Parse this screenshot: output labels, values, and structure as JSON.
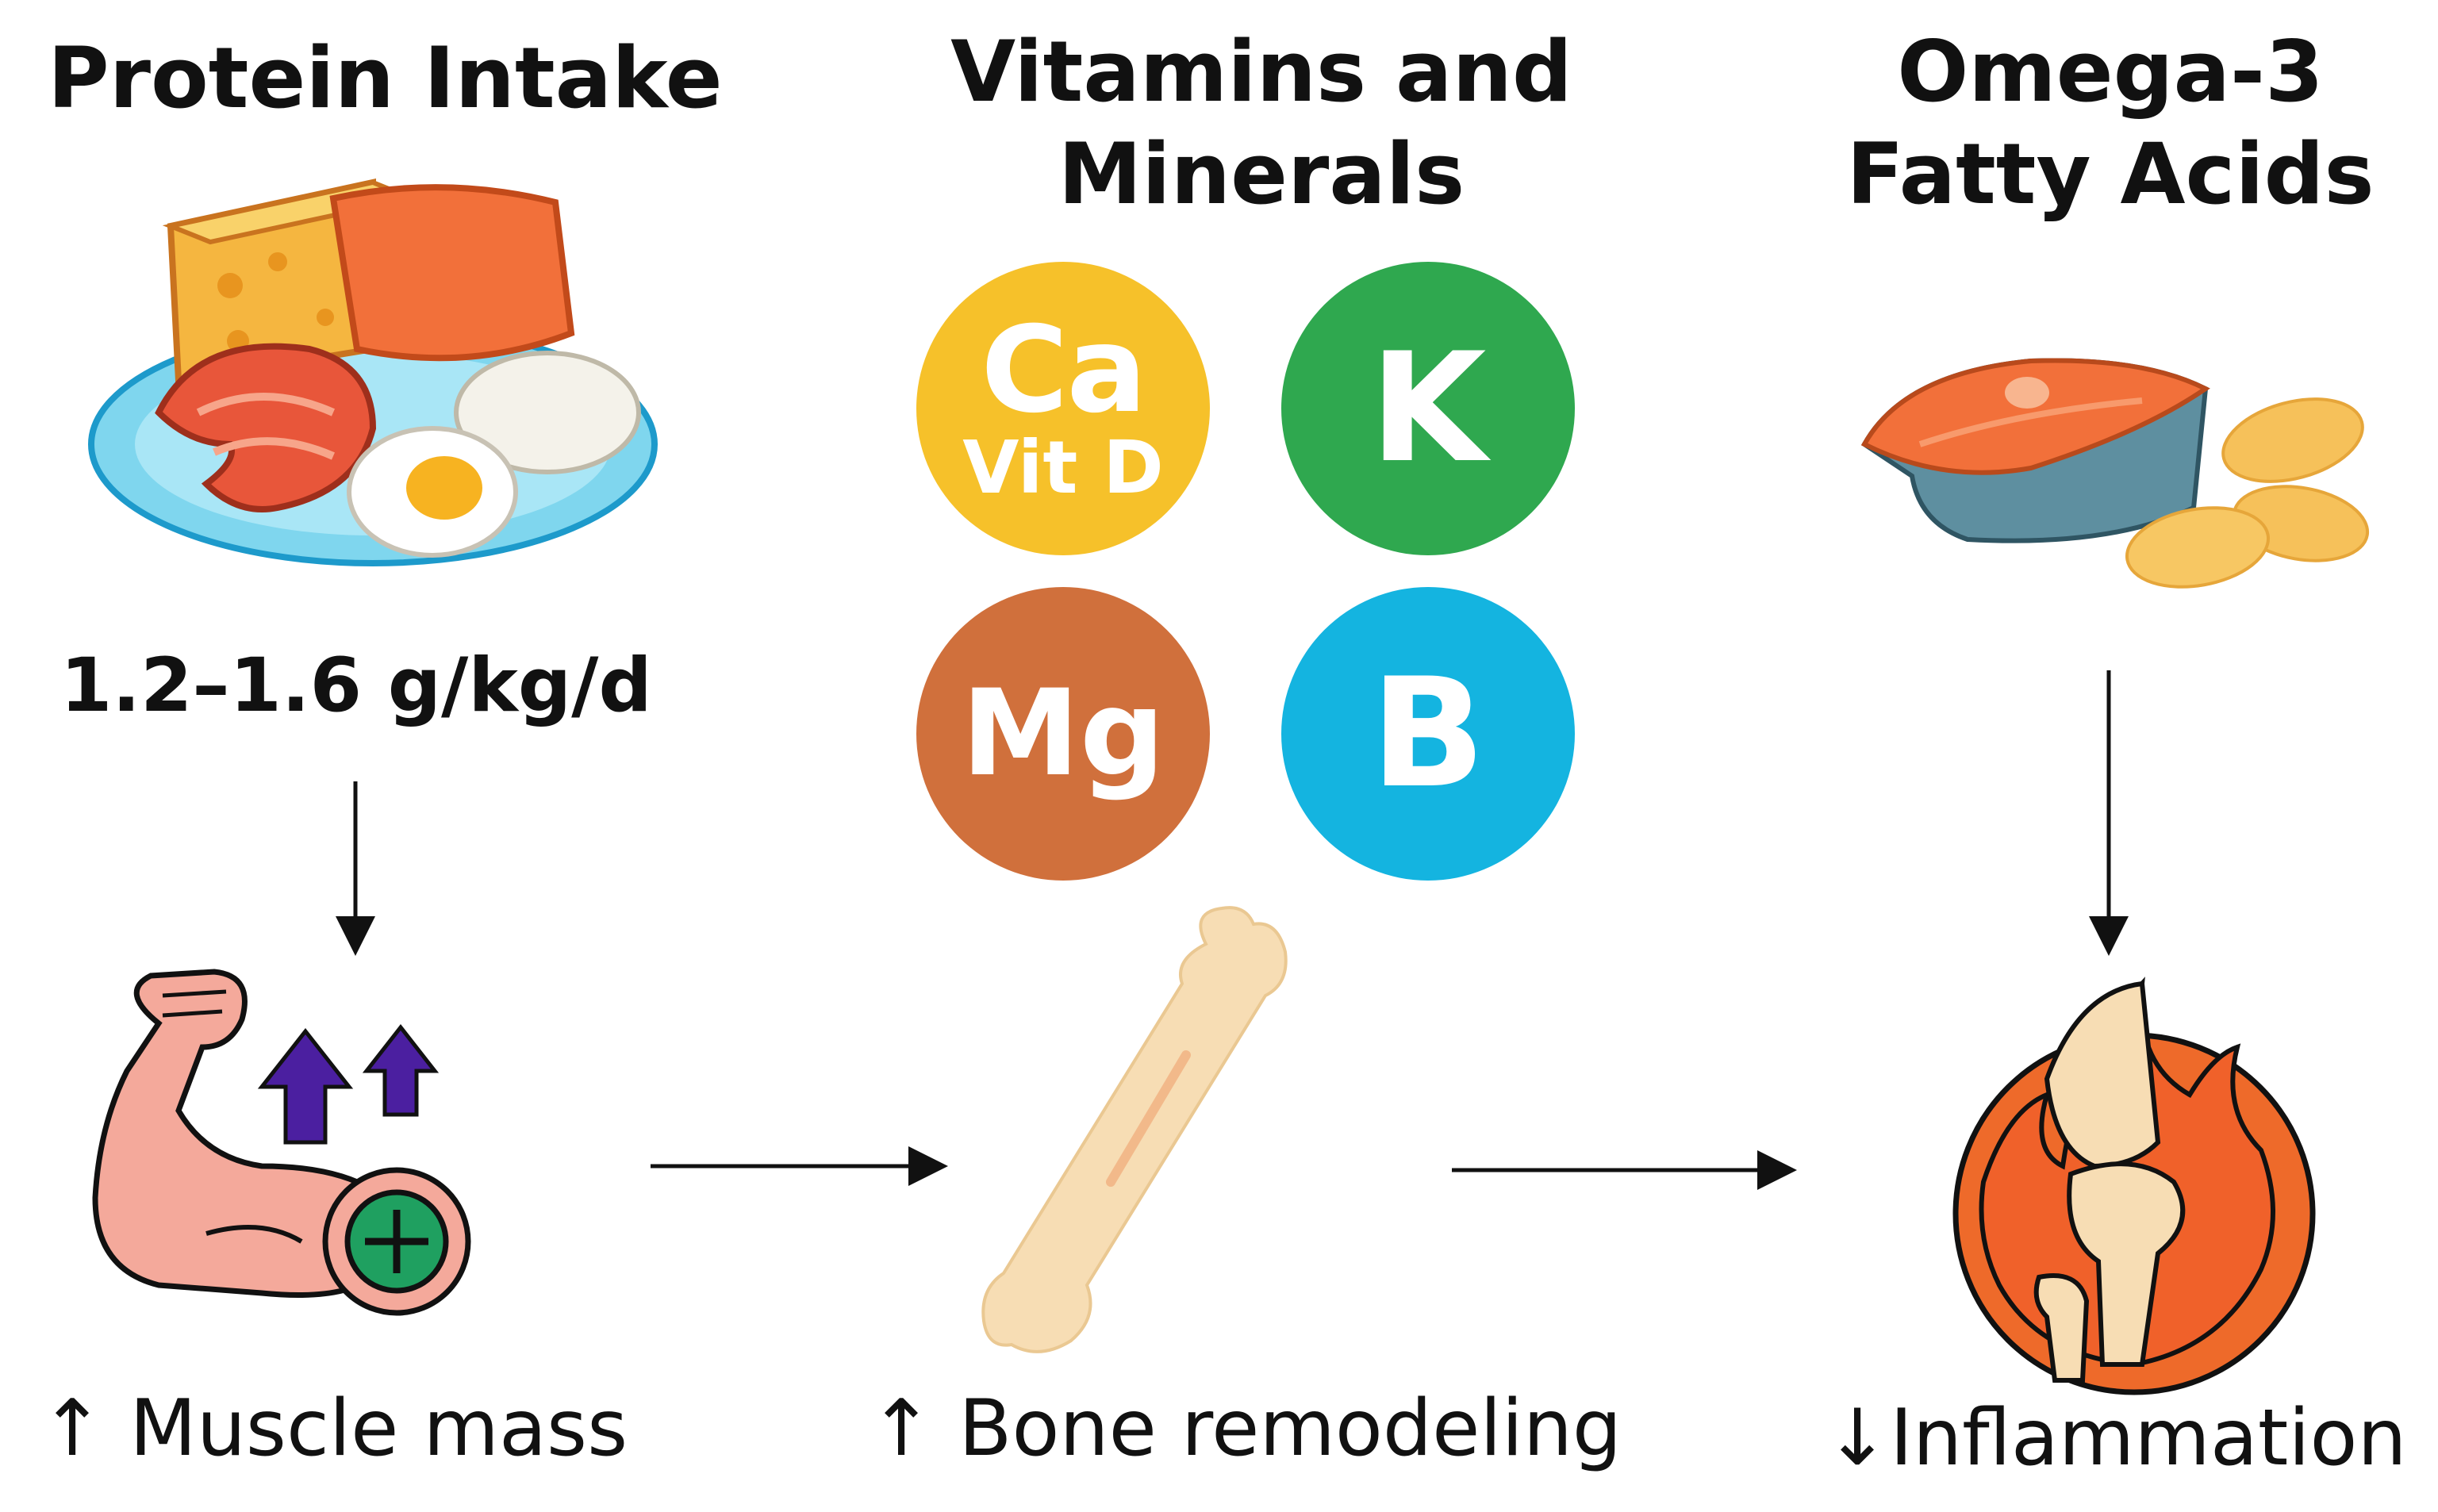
{
  "columns": {
    "protein": {
      "heading_lines": [
        "Protein Intake"
      ],
      "dose": "1.2–1.6 g/kg/d",
      "outcome": "↑ Muscle mass",
      "icons": [
        "food-plate-icon",
        "flexed-arm-icon",
        "up-arrow-icon",
        "plus-icon"
      ]
    },
    "vitamins": {
      "heading_lines": [
        "Vitamins and",
        "Minerals"
      ],
      "badges": [
        {
          "lines": [
            "Ca",
            "Vit D"
          ],
          "color": "#F6C12A"
        },
        {
          "lines": [
            "K"
          ],
          "color": "#2FA84F"
        },
        {
          "lines": [
            "Mg"
          ],
          "color": "#D0703C"
        },
        {
          "lines": [
            "B"
          ],
          "color": "#14B4E0"
        }
      ],
      "outcome": "↑ Bone remodeling",
      "icons": [
        "bone-icon"
      ]
    },
    "omega": {
      "heading_lines": [
        "Omega-3",
        "Fatty Acids"
      ],
      "outcome": "↓Inflammation",
      "icons": [
        "salmon-steak-icon",
        "fish-oil-capsule-icon",
        "inflamed-joint-icon"
      ]
    }
  },
  "colors": {
    "arrow": "#111111",
    "up_arrows": "#4B1FA0",
    "skin": "#F4A99B",
    "plus_badge": "#1FA060",
    "flame": "#EE6A2A",
    "bone": "#F7DDB4",
    "salmon": "#F2703A"
  }
}
